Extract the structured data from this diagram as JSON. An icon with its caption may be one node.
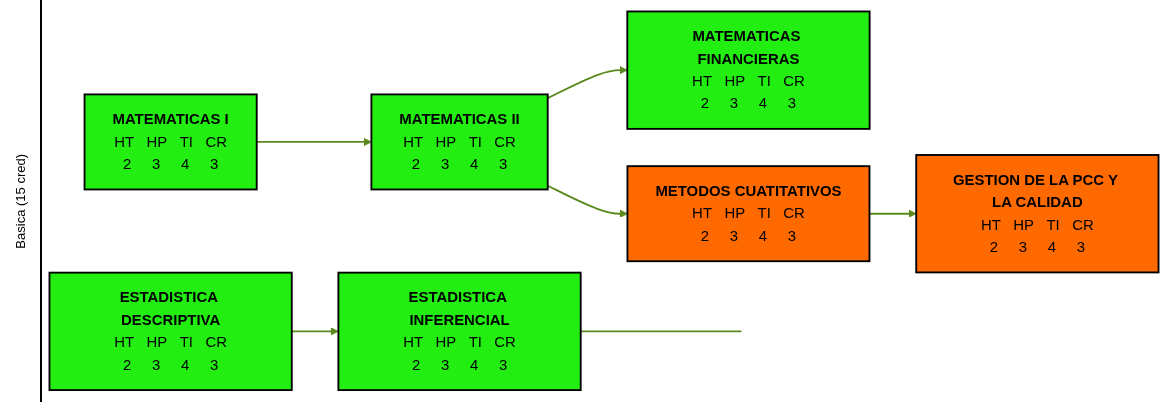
{
  "diagram": {
    "nodes": [
      {
        "text": [
          "MATEMATICAS I",
          "HT",
          "HP",
          "TI",
          "CR",
          "2",
          "3",
          "4",
          "3"
        ]
      },
      {
        "text": [
          "MATEMATICAS II",
          "HT",
          "HP",
          "TI",
          "CR",
          "2",
          "3",
          "4",
          "3"
        ]
      },
      {
        "text": [
          "ESTADISTICA DESCRIPTIVA",
          "HT",
          "HP",
          "TI",
          "CR",
          "2",
          "3",
          "4",
          "3"
        ]
      },
      {
        "text": [
          "ESTADISTICA INFERENCIAL",
          "HT",
          "HP",
          "TI",
          "CR",
          "2",
          "3",
          "4",
          "3"
        ]
      },
      {
        "text": [
          "MATEMATICAS FINANCIERAS",
          "HT",
          "HP",
          "TI",
          "CR",
          "2",
          "3",
          "4",
          "3"
        ]
      },
      {
        "text": [
          "METODOS CUATITATIVOS",
          "HT",
          "HP",
          "TI",
          "CR",
          "2",
          "3",
          "4",
          "3"
        ]
      },
      {
        "text": [
          "GESTION DE LA PCC Y LA CALIDAD",
          "HT",
          "HP",
          "TI",
          "CR",
          "2",
          "3",
          "4",
          "3"
        ]
      }
    ],
    "edges": [
      {
        "from": 0,
        "to": 1,
        "arrow": "to"
      },
      {
        "from": 1,
        "to": 4,
        "arrow": "to"
      },
      {
        "from": 1,
        "to": 5,
        "arrow": "to"
      },
      {
        "from": 2,
        "to": 3,
        "arrow": "to"
      },
      {
        "from": 5,
        "to": 6,
        "arrow": "to"
      },
      {
        "from": 3,
        "to": null,
        "arrow": "none"
      }
    ],
    "labels": [
      "Basica (15 cred)"
    ]
  }
}
